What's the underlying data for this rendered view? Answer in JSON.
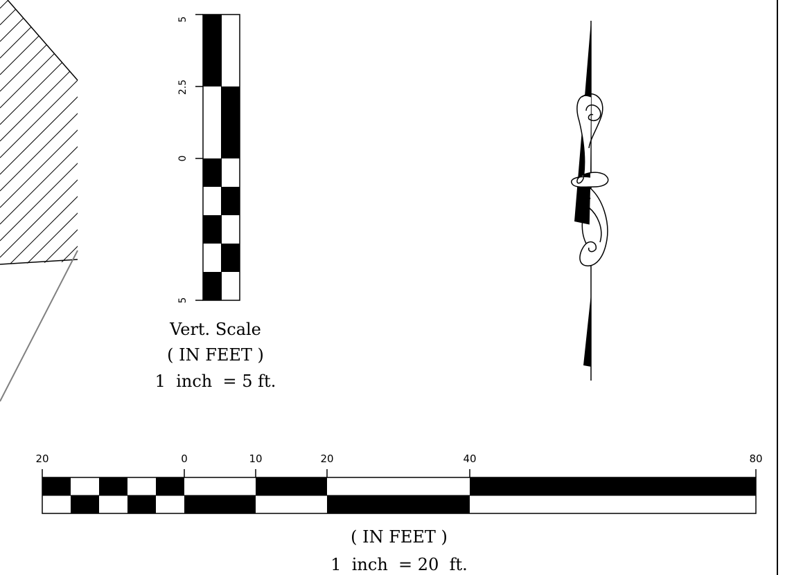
{
  "vertical_scale": {
    "tick_labels": [
      "5",
      "2.5",
      "0",
      "5"
    ],
    "title": "Vert. Scale",
    "units": "( IN FEET )",
    "ratio_prefix": "1  inch  =",
    "ratio_value": "5",
    "ratio_suffix": "ft."
  },
  "horizontal_scale": {
    "tick_labels": [
      "20",
      "0",
      "10",
      "20",
      "40",
      "80"
    ],
    "units": "( IN FEET )",
    "ratio_prefix": "1  inch  =",
    "ratio_value": "20",
    "ratio_suffix": "ft."
  },
  "north_arrow": {
    "icon": "north-arrow-icon"
  },
  "hatched_area": {
    "icon": "hatched-area-icon"
  },
  "colors": {
    "ink": "#000000",
    "paper": "#ffffff",
    "leader_line": "#808080"
  }
}
